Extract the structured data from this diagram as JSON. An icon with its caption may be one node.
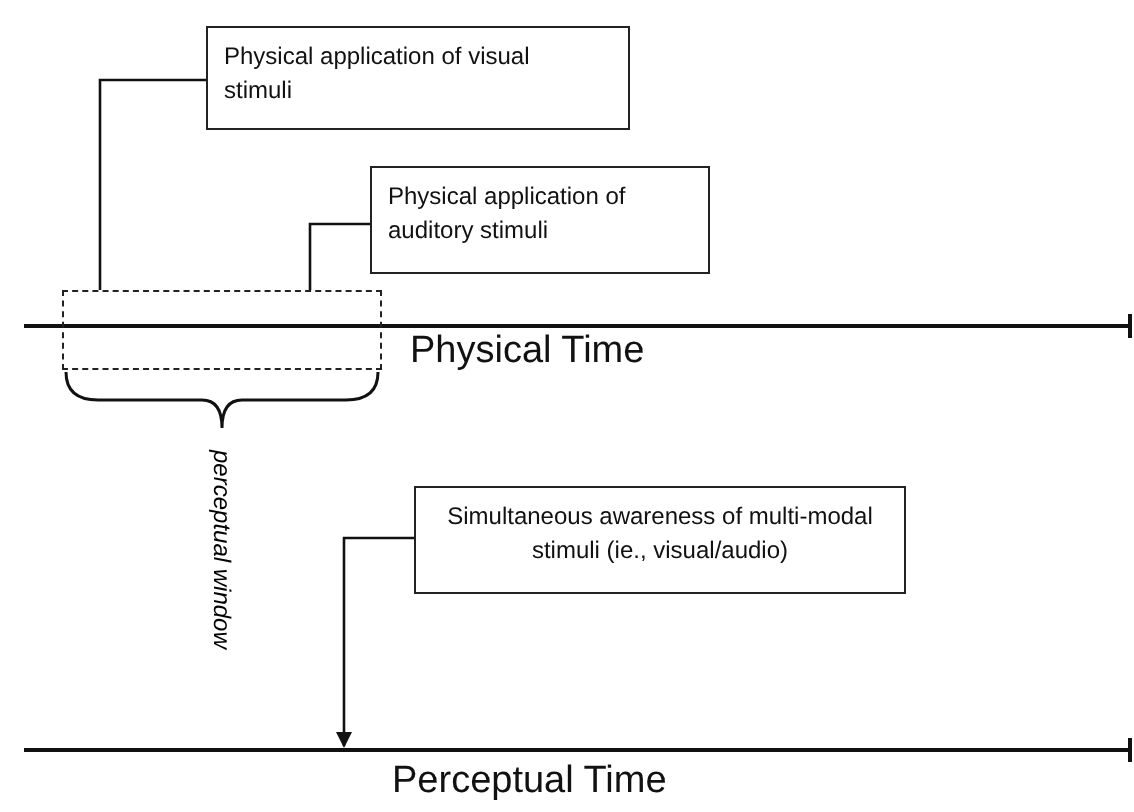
{
  "diagram": {
    "nodes": [
      {
        "text": [
          "Physical application of visual stimuli"
        ]
      },
      {
        "text": [
          "Physical application of auditory stimuli"
        ]
      },
      {
        "text": [],
        "shape": "box",
        "beside": [
          "perceptual window"
        ]
      },
      {
        "text": [
          "Simultaneous awareness of multi-modal stimuli (ie., visual/audio)"
        ]
      }
    ],
    "edges": [
      {
        "from": 0,
        "to": 2,
        "arrow": "none"
      },
      {
        "from": 1,
        "to": 2,
        "arrow": "none"
      },
      {
        "from": 3,
        "to": null,
        "arrow": "to"
      }
    ],
    "labels": [
      "Physical Time",
      "Perceptual Time"
    ]
  }
}
